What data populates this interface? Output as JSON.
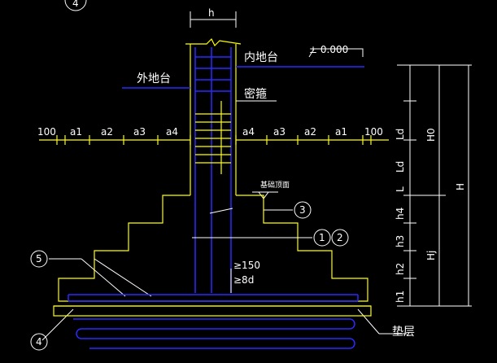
{
  "labels": {
    "h": "h",
    "inner_ground": "内地台",
    "elevation": "± 0.000",
    "outer_ground": "外地台",
    "stirrup": "密箍",
    "base_top": "基础顶面",
    "cushion": "垫层",
    "spacing_150": "≥150",
    "spacing_8d": "≥8d"
  },
  "left_dims": [
    "100",
    "a1",
    "a2",
    "a3",
    "a4"
  ],
  "right_dims": [
    "a4",
    "a3",
    "a2",
    "a1",
    "100"
  ],
  "right_inner_dims": [
    "Ld",
    "Ld",
    "L",
    "h4",
    "h3",
    "h2",
    "h1"
  ],
  "right_outer_dims": [
    "H0",
    "H",
    "Hj"
  ],
  "markers": {
    "m1": "1",
    "m2": "2",
    "m3": "3",
    "m4": "4",
    "m5": "5",
    "m4_top": "4"
  }
}
